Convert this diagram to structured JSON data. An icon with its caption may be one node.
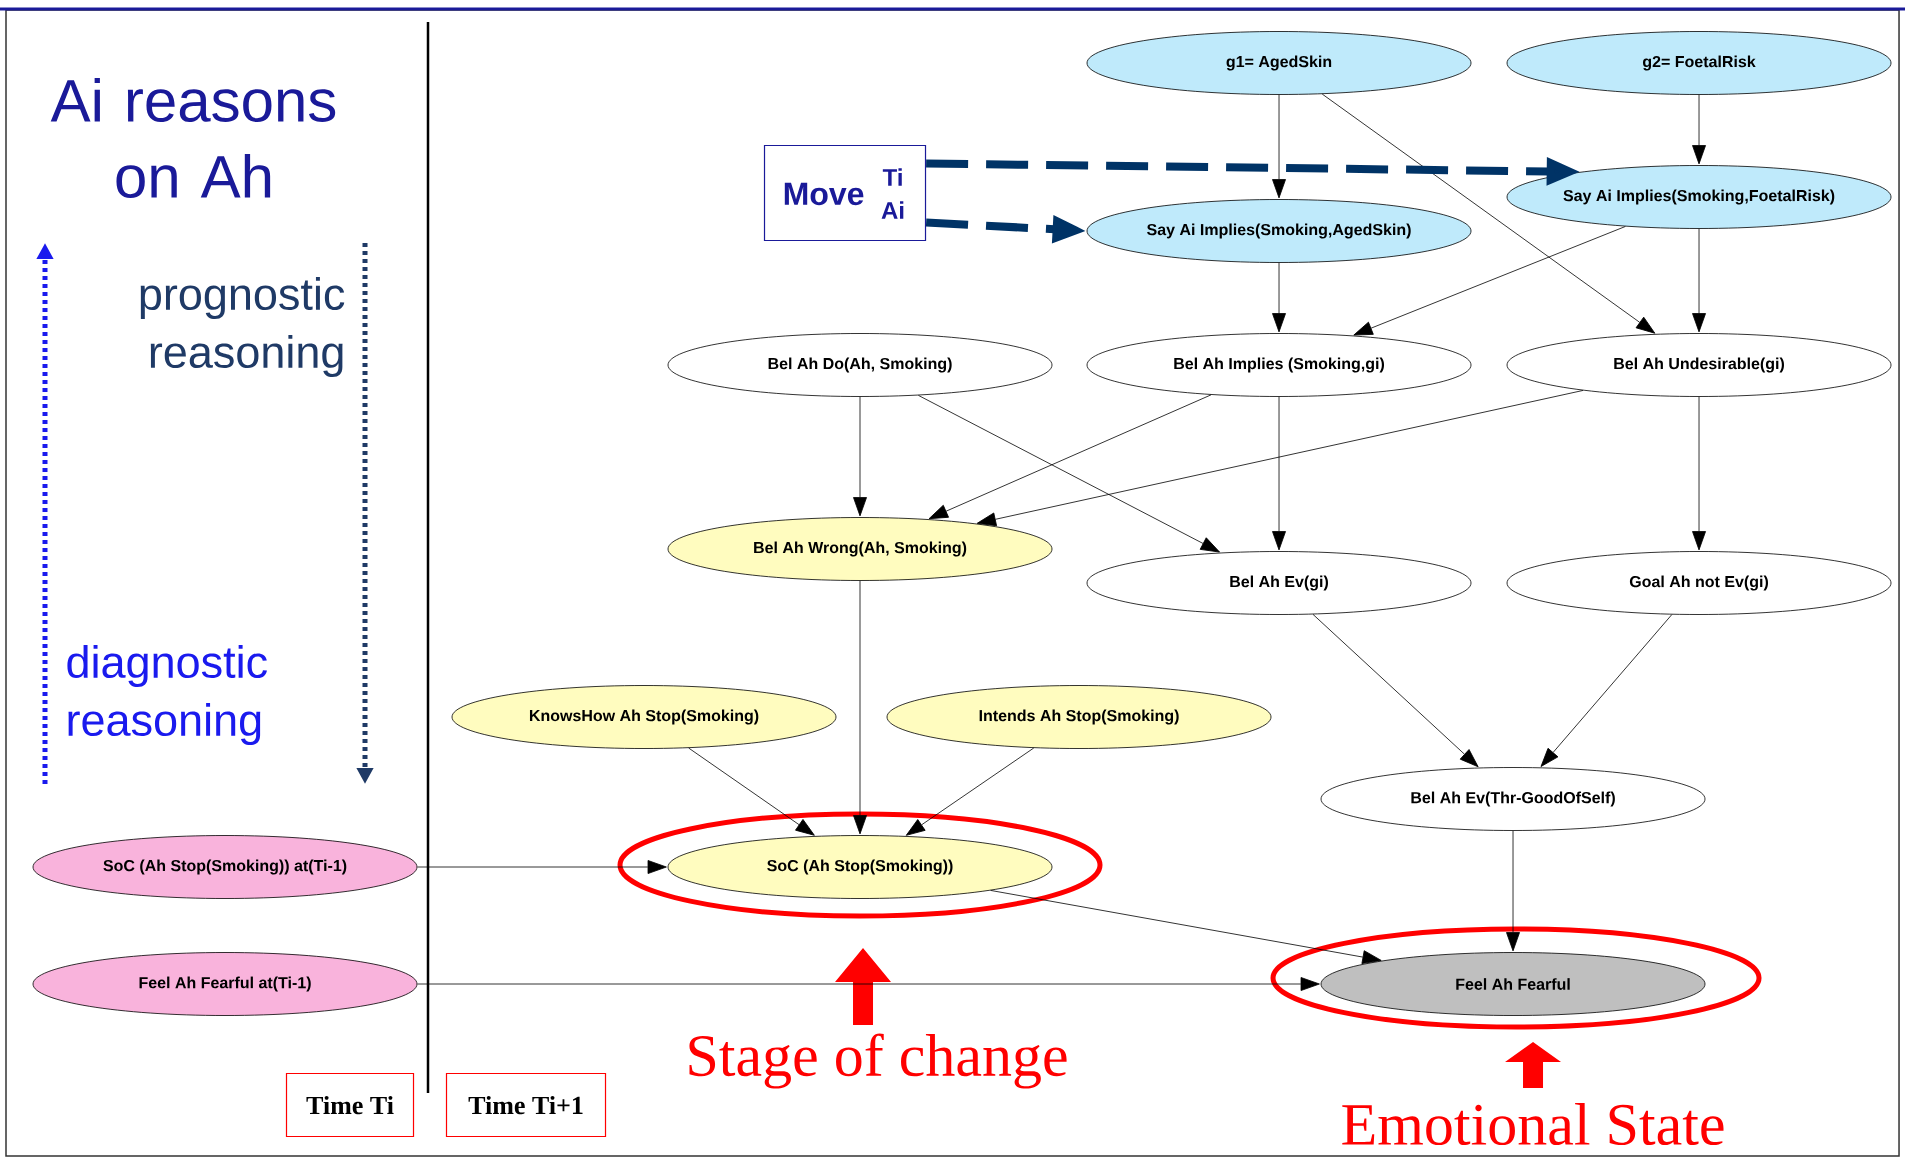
{
  "diagram": {
    "nodes": [
      {
        "text": [
          "g1= AgedSkin"
        ]
      },
      {
        "text": [
          "g2= FoetalRisk"
        ]
      },
      {
        "text": [
          "Move",
          "Ti",
          "Ai"
        ]
      },
      {
        "text": [
          "Say Ai Implies(Smoking,AgedSkin)"
        ]
      },
      {
        "text": [
          "Say Ai Implies(Smoking,FoetalRisk)"
        ]
      },
      {
        "text": [
          "Bel Ah Do(Ah, Smoking)"
        ]
      },
      {
        "text": [
          "Bel Ah Implies (Smoking,gi)"
        ]
      },
      {
        "text": [
          "Bel Ah Undesirable(gi)"
        ]
      },
      {
        "text": [
          "Bel Ah Wrong(Ah, Smoking)"
        ]
      },
      {
        "text": [
          "Bel Ah Ev(gi)"
        ]
      },
      {
        "text": [
          "Goal Ah not Ev(gi)"
        ]
      },
      {
        "text": [
          "KnowsHow Ah Stop(Smoking)"
        ]
      },
      {
        "text": [
          "Intends Ah Stop(Smoking)"
        ]
      },
      {
        "text": [
          "Bel Ah Ev(Thr-GoodOfSelf)"
        ]
      },
      {
        "text": [
          "SoC (Ah Stop(Smoking)) at(Ti-1)"
        ]
      },
      {
        "text": [
          "SoC (Ah Stop(Smoking))"
        ]
      },
      {
        "text": [
          "Feel Ah Fearful at(Ti-1)"
        ]
      },
      {
        "text": [
          "Feel Ah Fearful"
        ]
      },
      {
        "text": [
          "Time Ti"
        ]
      },
      {
        "text": [
          "Time Ti+1"
        ]
      }
    ],
    "edges": [
      {
        "from": 0,
        "to": 3,
        "arrow": "to"
      },
      {
        "from": 0,
        "to": 7,
        "arrow": "to"
      },
      {
        "from": 1,
        "to": 4,
        "arrow": "to"
      },
      {
        "from": 2,
        "to": 4,
        "arrow": "to",
        "style": "dashed",
        "color": "#003366"
      },
      {
        "from": 2,
        "to": 3,
        "arrow": "to",
        "style": "dashed",
        "color": "#003366"
      },
      {
        "from": 3,
        "to": 6,
        "arrow": "to"
      },
      {
        "from": 4,
        "to": 6,
        "arrow": "to"
      },
      {
        "from": 4,
        "to": 7,
        "arrow": "to"
      },
      {
        "from": 5,
        "to": 8,
        "arrow": "to"
      },
      {
        "from": 5,
        "to": 9,
        "arrow": "to"
      },
      {
        "from": 6,
        "to": 8,
        "arrow": "to"
      },
      {
        "from": 6,
        "to": 9,
        "arrow": "to"
      },
      {
        "from": 7,
        "to": 8,
        "arrow": "to"
      },
      {
        "from": 7,
        "to": 10,
        "arrow": "to"
      },
      {
        "from": 8,
        "to": 15,
        "arrow": "to"
      },
      {
        "from": 9,
        "to": 13,
        "arrow": "to"
      },
      {
        "from": 10,
        "to": 13,
        "arrow": "to"
      },
      {
        "from": 11,
        "to": 15,
        "arrow": "to"
      },
      {
        "from": 12,
        "to": 15,
        "arrow": "to"
      },
      {
        "from": 13,
        "to": 17,
        "arrow": "to"
      },
      {
        "from": 14,
        "to": 15,
        "arrow": "to"
      },
      {
        "from": 15,
        "to": 17,
        "arrow": "to"
      },
      {
        "from": 16,
        "to": 17,
        "arrow": "to"
      }
    ],
    "labels": [
      "Ai reasons on Ah",
      "prognostic reasoning",
      "diagnostic reasoning",
      "Stage of change",
      "Emotional State"
    ]
  }
}
